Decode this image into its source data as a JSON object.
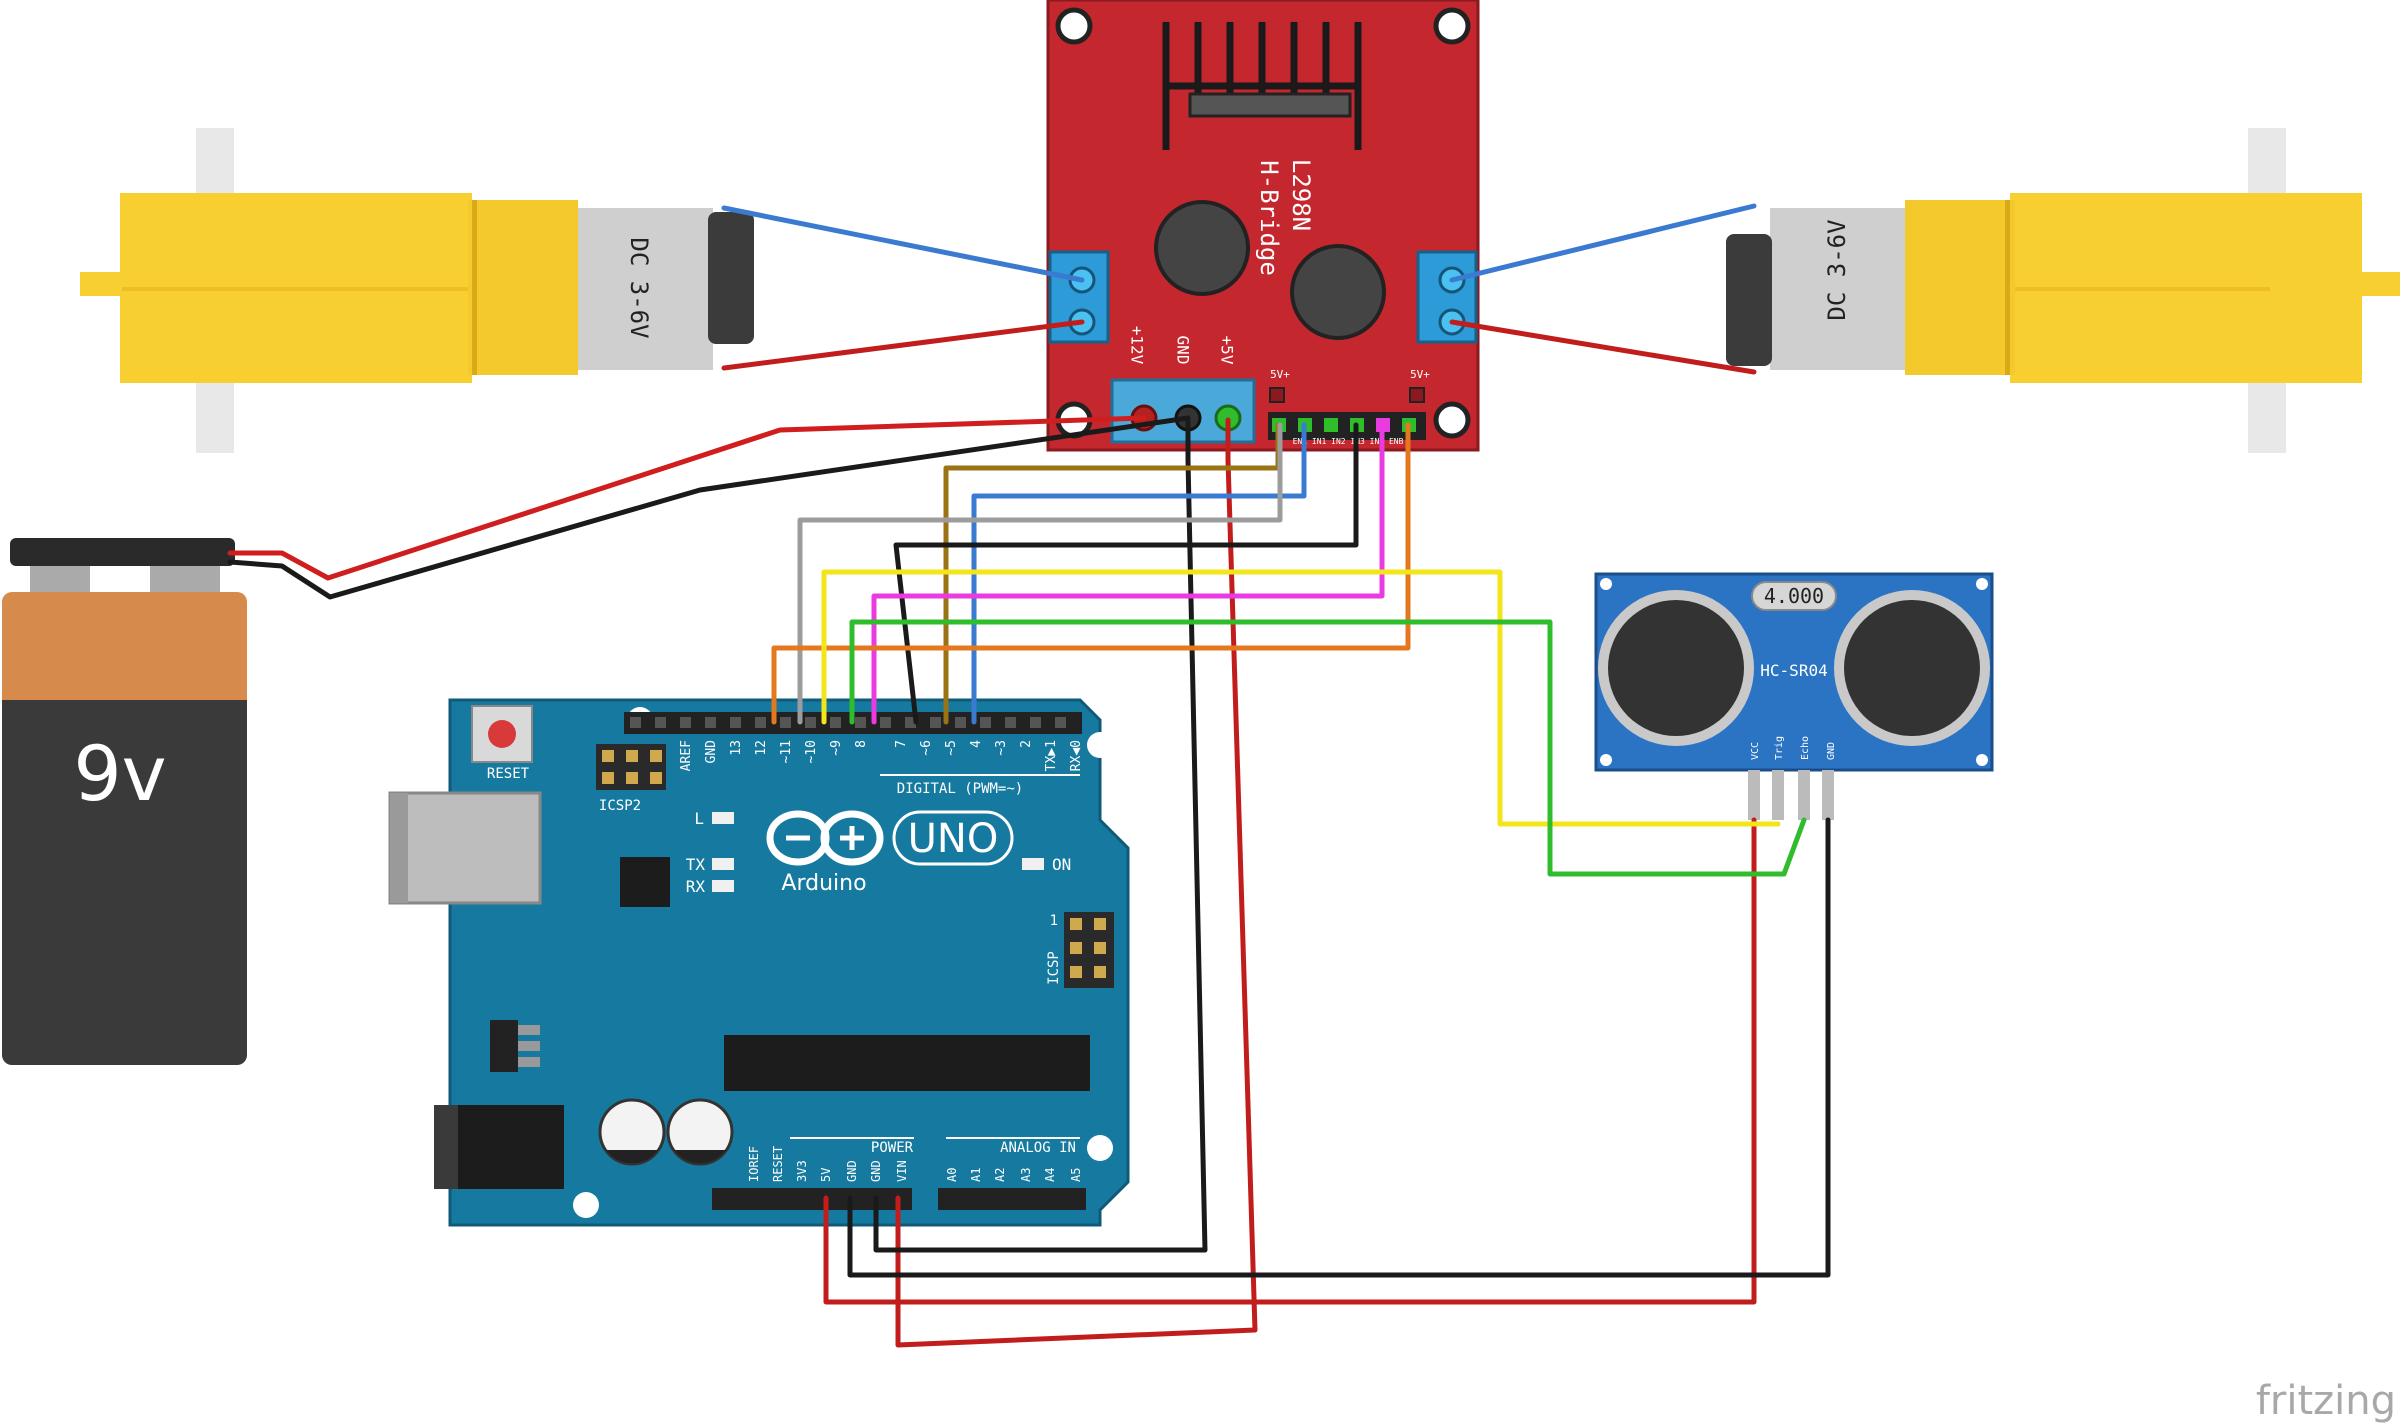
{
  "battery": {
    "label": "9v"
  },
  "motor_left": {
    "label": "DC 3-6V"
  },
  "motor_right": {
    "label": "DC 3-6V"
  },
  "hbridge": {
    "chip_label": "L298N",
    "title": "H-Bridge",
    "pin_12v": "+12V",
    "pin_gnd": "GND",
    "pin_5v": "+5V",
    "jumper_left": "5V+",
    "jumper_right": "5V+",
    "header_pins": "ENA IN1 IN2 IN3 IN4 ENB"
  },
  "arduino": {
    "brand": "Arduino",
    "model": "UNO",
    "reset": "RESET",
    "icsp2": "ICSP2",
    "icsp": "ICSP",
    "digital": "DIGITAL (PWM=~)",
    "power": "POWER",
    "analog": "ANALOG IN",
    "led_l": "L",
    "led_tx": "TX",
    "led_rx": "RX",
    "led_on": "ON",
    "icsp_pin1": "1",
    "digital_pins": [
      "AREF",
      "GND",
      "13",
      "12",
      "~11",
      "~10",
      "~9",
      "8",
      "7",
      "~6",
      "~5",
      "4",
      "~3",
      "2",
      "TX▶1",
      "RX◀0"
    ],
    "power_pins": [
      "IOREF",
      "RESET",
      "3V3",
      "5V",
      "GND",
      "GND",
      "VIN"
    ],
    "analog_pins": [
      "A0",
      "A1",
      "A2",
      "A3",
      "A4",
      "A5"
    ]
  },
  "sensor": {
    "label": "HC-SR04",
    "crystal": "4.000",
    "pins": [
      "VCC",
      "Trig",
      "Echo",
      "GND"
    ]
  },
  "watermark": "fritzing",
  "colors": {
    "board_red": "#c4272e",
    "arduino_blue": "#167aa0",
    "sensor_blue": "#2b74c4",
    "motor_yellow": "#f7cf30",
    "wire_red": "#d01e1e",
    "wire_black": "#1a1a1a",
    "wire_blue": "#3a7ad1",
    "wire_yellow": "#f3e51c",
    "wire_green": "#2fbd2c",
    "wire_orange": "#e4781f",
    "wire_brown": "#9a7315",
    "wire_gray": "#9c9c9c",
    "wire_magenta": "#ea3be0"
  }
}
